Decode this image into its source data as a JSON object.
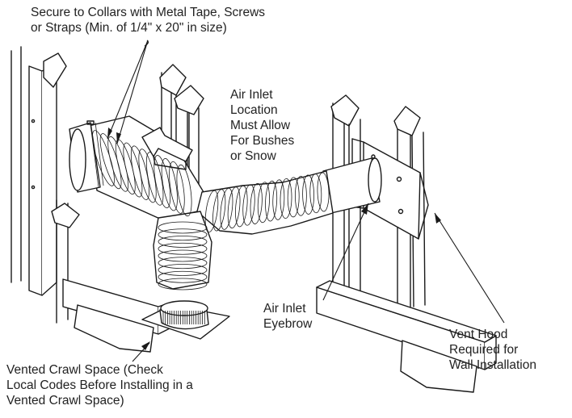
{
  "labels": {
    "secure": "Secure to Collars with Metal Tape, Screws\nor Straps (Min. of 1/4\" x 20\" in size)",
    "air_inlet_location": "Air Inlet\nLocation\nMust Allow\nFor Bushes\nor Snow",
    "air_inlet_eyebrow": "Air Inlet\nEyebrow",
    "vent_hood": "Vent Hood\nRequired for\nWall Installation",
    "crawl_space": "Vented Crawl Space (Check\nLocal Codes Before Installing in a\nVented Crawl Space)"
  },
  "colors": {
    "ink": "#1a1a1a",
    "background": "#ffffff"
  }
}
